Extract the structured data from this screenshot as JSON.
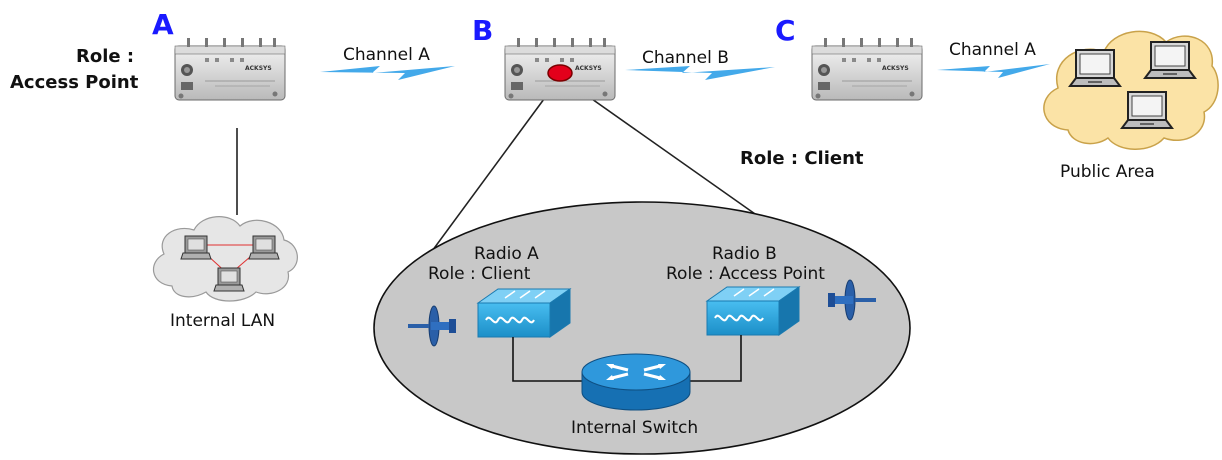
{
  "nodes": {
    "a": {
      "letter": "A",
      "role_line1": "Role :",
      "role_line2": "Access Point"
    },
    "b": {
      "letter": "B"
    },
    "c": {
      "letter": "C",
      "role": "Role : Client"
    }
  },
  "links": {
    "ab": "Channel A",
    "bc": "Channel B",
    "c_public": "Channel A"
  },
  "device_brand": "ACKSYS",
  "internal_lan": "Internal LAN",
  "public_area": "Public Area",
  "detail": {
    "radio_a_name": "Radio A",
    "radio_a_role": "Role : Client",
    "radio_b_name": "Radio B",
    "radio_b_role": "Role : Access Point",
    "switch_label": "Internal Switch"
  },
  "colors": {
    "node_letter": "#1a1aff",
    "radio_box": "#29a8e0",
    "switch": "#1e90d6",
    "cloud": "#fbe3a6",
    "lan_cloud": "#e6e6e6",
    "ellipse": "#c8c8c8",
    "lightning": "#43a9ea",
    "marker": "#e3001b"
  }
}
